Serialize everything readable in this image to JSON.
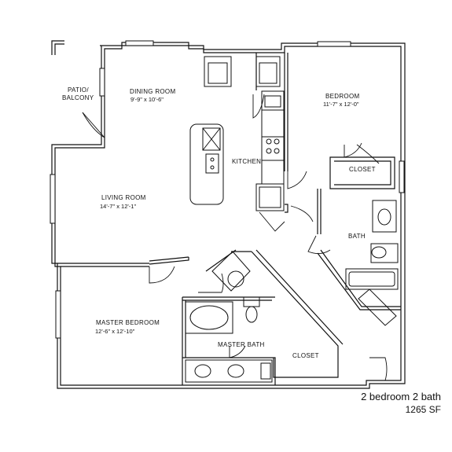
{
  "rooms": [
    {
      "name": "PATIO/",
      "name2": "BALCONY",
      "dims": ""
    },
    {
      "name": "DINING ROOM",
      "dims": "9'-9\" x 10'-6\""
    },
    {
      "name": "KITCHEN",
      "dims": ""
    },
    {
      "name": "LIVING ROOM",
      "dims": "14'-7\" x 12'-1\""
    },
    {
      "name": "BEDROOM",
      "dims": "11'-7\" x 12'-0\""
    },
    {
      "name": "CLOSET",
      "dims": ""
    },
    {
      "name": "BATH",
      "dims": ""
    },
    {
      "name": "MASTER BEDROOM",
      "dims": "12'-6\" x 12'-10\""
    },
    {
      "name": "MASTER BATH",
      "dims": ""
    },
    {
      "name": "CLOSET",
      "dims": ""
    }
  ],
  "caption": {
    "unit_type": "2 bedroom 2 bath",
    "area": "1265 SF"
  }
}
